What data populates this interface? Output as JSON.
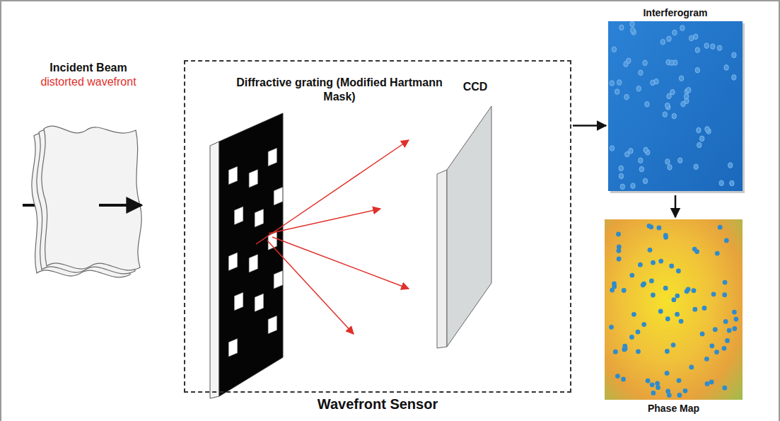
{
  "diagram": {
    "nodes": [
      {
        "text": [
          "Incident Beam",
          "distorted wavefront"
        ]
      },
      {
        "text": [
          "Wavefront Sensor"
        ]
      },
      {
        "text": [
          "Diffractive grating (Modified Hartmann Mask)"
        ],
        "in": 1
      },
      {
        "text": [
          "CCD"
        ],
        "in": 1
      },
      {
        "text": [
          "Interferogram"
        ]
      },
      {
        "text": [
          "Phase Map"
        ]
      }
    ],
    "edges": [
      {
        "from": 1,
        "to": 4,
        "arrow": "to"
      },
      {
        "from": 4,
        "to": 5,
        "arrow": "to"
      }
    ]
  }
}
